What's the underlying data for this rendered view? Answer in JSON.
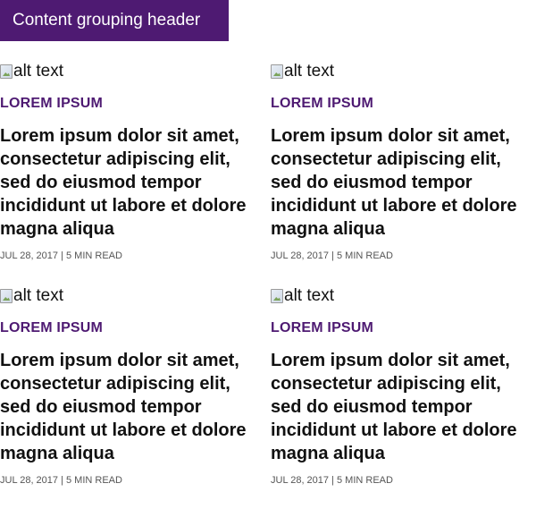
{
  "header": {
    "title": "Content grouping header"
  },
  "colors": {
    "brand_purple": "#4e1a72",
    "text_dark": "#111111",
    "meta_gray": "#555555"
  },
  "cards": [
    {
      "image_alt": "alt text",
      "image_icon": "broken-image-icon",
      "category": "LOREM IPSUM",
      "title": "Lorem ipsum dolor sit amet, consectetur adipiscing elit, sed do eiusmod tempor incididunt ut labore et dolore magna aliqua",
      "meta": "JUL 28, 2017 | 5 MIN READ"
    },
    {
      "image_alt": "alt text",
      "image_icon": "broken-image-icon",
      "category": "LOREM IPSUM",
      "title": "Lorem ipsum dolor sit amet, consectetur adipiscing elit, sed do eiusmod tempor incididunt ut labore et dolore magna aliqua",
      "meta": "JUL 28, 2017 | 5 MIN READ"
    },
    {
      "image_alt": "alt text",
      "image_icon": "broken-image-icon",
      "category": "LOREM IPSUM",
      "title": "Lorem ipsum dolor sit amet, consectetur adipiscing elit, sed do eiusmod tempor incididunt ut labore et dolore magna aliqua",
      "meta": "JUL 28, 2017 | 5 MIN READ"
    },
    {
      "image_alt": "alt text",
      "image_icon": "broken-image-icon",
      "category": "LOREM IPSUM",
      "title": "Lorem ipsum dolor sit amet, consectetur adipiscing elit, sed do eiusmod tempor incididunt ut labore et dolore magna aliqua",
      "meta": "JUL 28, 2017 | 5 MIN READ"
    }
  ]
}
